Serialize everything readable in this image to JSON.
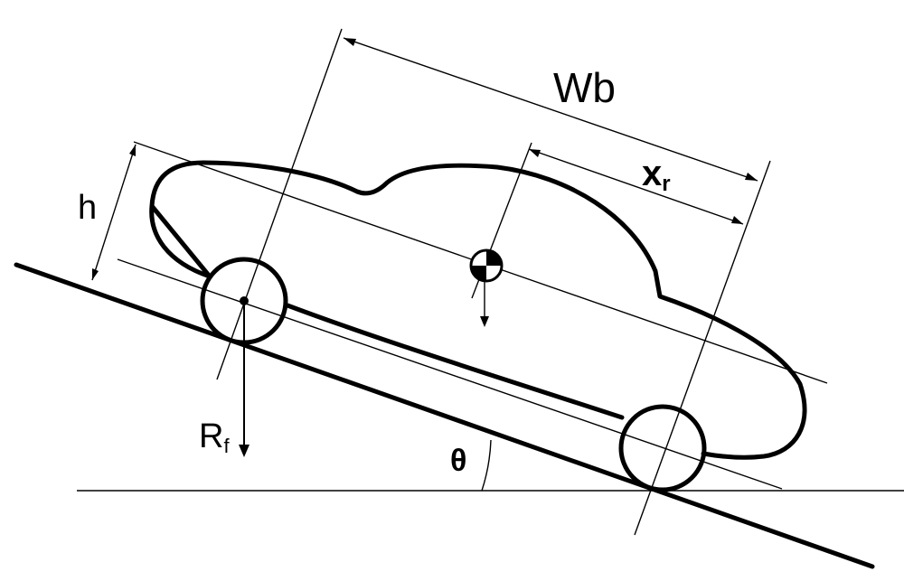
{
  "labels": {
    "wheelbase": "Wb",
    "height": "h",
    "rear_distance_main": "x",
    "rear_distance_sub": "r",
    "front_reaction_main": "R",
    "front_reaction_sub": "f",
    "angle": "θ"
  },
  "colors": {
    "ink": "#000000",
    "background": "#ffffff"
  }
}
